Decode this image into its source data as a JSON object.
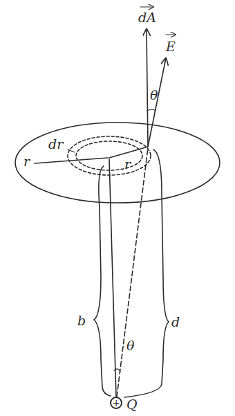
{
  "diagram": {
    "nodes": [
      {
        "text": [
          "+",
          "Q"
        ]
      }
    ],
    "labels": [
      "dA",
      "E",
      "θ",
      "dr",
      "r",
      "r",
      "b",
      "d",
      "θ"
    ]
  }
}
